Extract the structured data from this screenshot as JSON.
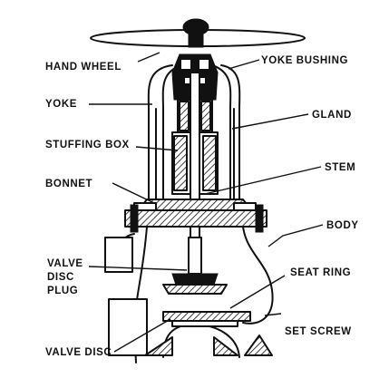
{
  "diagram": {
    "labels": {
      "hand_wheel": "HAND WHEEL",
      "yoke_bushing": "YOKE BUSHING",
      "yoke": "YOKE",
      "gland": "GLAND",
      "stuffing_box": "STUFFING BOX",
      "stem": "STEM",
      "bonnet": "BONNET",
      "body": "BODY",
      "valve_disc_plug_line1": "VALVE",
      "valve_disc_plug_line2": "DISC",
      "valve_disc_plug_line3": "PLUG",
      "seat_ring": "SEAT RING",
      "set_screw": "SET SCREW",
      "valve_disc": "VALVE DISC"
    }
  }
}
